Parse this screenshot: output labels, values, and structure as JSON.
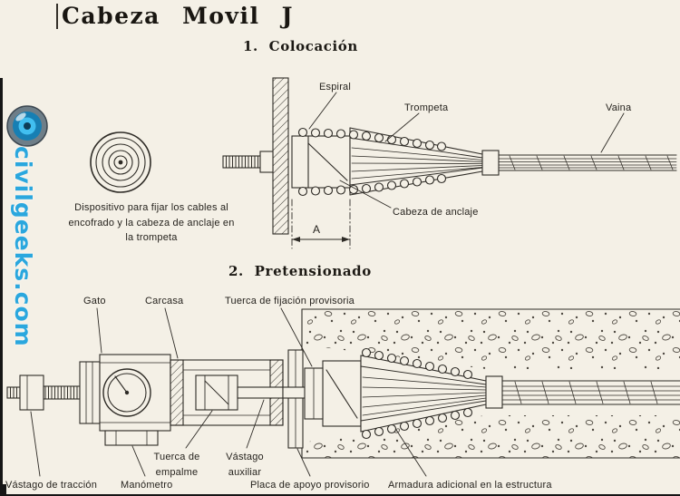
{
  "title": "Cabeza Movil J",
  "sections": {
    "s1": "1. Colocación",
    "s2": "2. Pretensionado"
  },
  "watermark": {
    "text": "civilgeeks.com",
    "color": "#2aa7de",
    "icon": "logo-orb-icon"
  },
  "colors": {
    "background": "#f4f0e6",
    "ink": "#2e2b26",
    "concrete_marks": "#4f4a42"
  },
  "diagram1": {
    "name": "Colocación",
    "labels": {
      "espiral": "Espiral",
      "trompeta": "Trompeta",
      "vaina": "Vaina",
      "cabeza_de_anclaje": "Cabeza de anclaje",
      "dispositivo": "Dispositivo para fijar los cables al encofrado y la cabeza de anclaje en la trompeta",
      "dimension_a": "A"
    }
  },
  "diagram2": {
    "name": "Pretensionado",
    "labels": {
      "gato": "Gato",
      "carcasa": "Carcasa",
      "tuerca_fijacion": "Tuerca de fijación provisoria",
      "vastago_traccion": "Vástago de tracción",
      "manometro": "Manómetro",
      "tuerca_empalme": "Tuerca de empalme",
      "vastago_auxiliar": "Vástago auxiliar",
      "placa_apoyo": "Placa de apoyo provisorio",
      "armadura": "Armadura adicional en la estructura"
    }
  }
}
